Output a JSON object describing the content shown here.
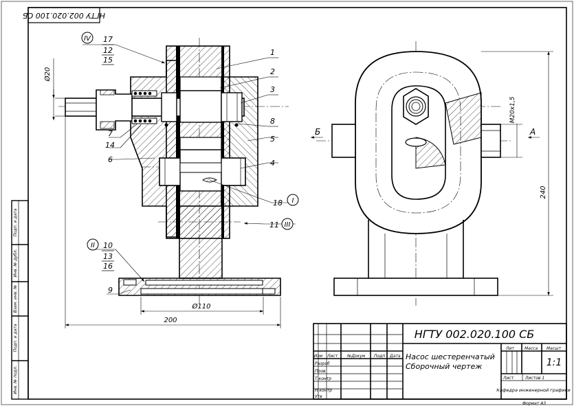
{
  "stamp_top_code": "НГТУ 002.020.100 СБ",
  "title_block": {
    "designation": "НГТУ 002.020.100 СБ",
    "name_line1": "Насос шестеренчатый",
    "name_line2": "Сборочный чертеж",
    "col_lit": "Лит",
    "col_mass": "Масса",
    "col_scale": "Масшт",
    "scale_value": "1:1",
    "sheet_label": "Лист",
    "sheets_label": "Листов 1",
    "organization": "Кафедра инженерной графики",
    "format_label": "Формат А3",
    "rev_headers": [
      "Изм",
      "Лист",
      "№Докум",
      "Подп",
      "Дата"
    ],
    "role_rows": [
      "Разраб",
      "Пров",
      "Т.контр",
      "",
      "Н.контр",
      "Утв"
    ]
  },
  "left_strip_labels": [
    "Подп. и дата",
    "Инв. № дубл.",
    "Взам. инв. №",
    "Подп. и дата",
    "Инв. № подл."
  ],
  "positions": {
    "p1": "1",
    "p2": "2",
    "p3": "3",
    "p4": "4",
    "p5": "5",
    "p6": "6",
    "p7": "7",
    "p8": "8",
    "p9": "9",
    "p10": "10",
    "p11": "11",
    "p12": "12",
    "p13": "13",
    "p14": "14",
    "p15": "15",
    "p16": "16",
    "p17": "17",
    "p18": "18"
  },
  "roman": {
    "r1": "I",
    "r2": "II",
    "r3": "III",
    "r4": "IV"
  },
  "dimensions": {
    "d20": "Ø20",
    "d110": "Ø110",
    "len200": "200",
    "h240": "240",
    "thread": "М20х1,5"
  },
  "view_labels": {
    "b": "Б",
    "a": "А"
  }
}
